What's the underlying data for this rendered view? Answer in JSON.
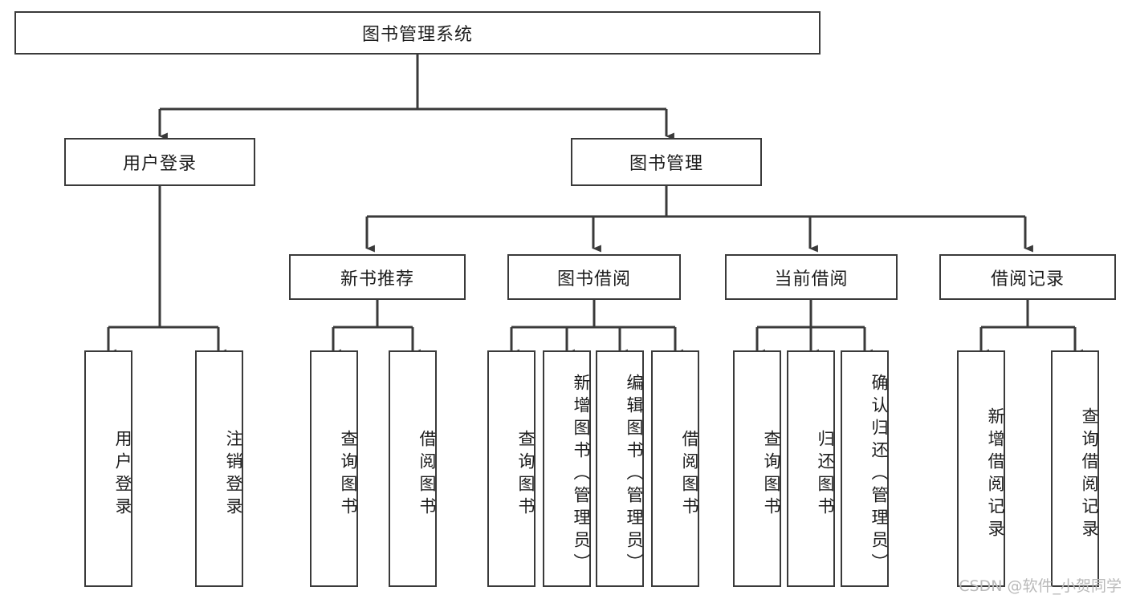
{
  "diagram": {
    "title": "图书管理系统",
    "type": "tree",
    "watermark": "CSDN @软件_小贺同学",
    "line_color": "#3a3a3a",
    "text_color": "#1d1d1d",
    "background": "#ffffff"
  },
  "nodes": {
    "root": {
      "label": "图书管理系统",
      "level": 1
    },
    "login": {
      "label": "用户登录",
      "level": 2
    },
    "bookmgmt": {
      "label": "图书管理",
      "level": 2
    },
    "newbook": {
      "label": "新书推荐",
      "level": 3
    },
    "borrow": {
      "label": "图书借阅",
      "level": 3
    },
    "current": {
      "label": "当前借阅",
      "level": 3
    },
    "records": {
      "label": "借阅记录",
      "level": 3
    },
    "leaf1": {
      "label": "用户登录",
      "level": 4
    },
    "leaf2": {
      "label": "注销登录",
      "level": 4
    },
    "leaf3": {
      "label": "查询图书",
      "level": 4
    },
    "leaf4": {
      "label": "借阅图书",
      "level": 4
    },
    "leaf5": {
      "label": "查询图书",
      "level": 4
    },
    "leaf6": {
      "label": "新增图书（管理员）",
      "level": 4
    },
    "leaf7": {
      "label": "编辑图书（管理员）",
      "level": 4
    },
    "leaf8": {
      "label": "借阅图书",
      "level": 4
    },
    "leaf9": {
      "label": "查询图书",
      "level": 4
    },
    "leaf10": {
      "label": "归还图书",
      "level": 4
    },
    "leaf11": {
      "label": "确认归还（管理员）",
      "level": 4
    },
    "leaf12": {
      "label": "新增借阅记录",
      "level": 4
    },
    "leaf13": {
      "label": "查询借阅记录",
      "level": 4
    }
  },
  "edges": [
    {
      "from": "root",
      "to": "login"
    },
    {
      "from": "root",
      "to": "bookmgmt"
    },
    {
      "from": "login",
      "to": "leaf1"
    },
    {
      "from": "login",
      "to": "leaf2"
    },
    {
      "from": "bookmgmt",
      "to": "newbook"
    },
    {
      "from": "bookmgmt",
      "to": "borrow"
    },
    {
      "from": "bookmgmt",
      "to": "current"
    },
    {
      "from": "bookmgmt",
      "to": "records"
    },
    {
      "from": "newbook",
      "to": "leaf3"
    },
    {
      "from": "newbook",
      "to": "leaf4"
    },
    {
      "from": "borrow",
      "to": "leaf5"
    },
    {
      "from": "borrow",
      "to": "leaf6"
    },
    {
      "from": "borrow",
      "to": "leaf7"
    },
    {
      "from": "borrow",
      "to": "leaf8"
    },
    {
      "from": "current",
      "to": "leaf9"
    },
    {
      "from": "current",
      "to": "leaf10"
    },
    {
      "from": "current",
      "to": "leaf11"
    },
    {
      "from": "records",
      "to": "leaf12"
    },
    {
      "from": "records",
      "to": "leaf13"
    }
  ]
}
